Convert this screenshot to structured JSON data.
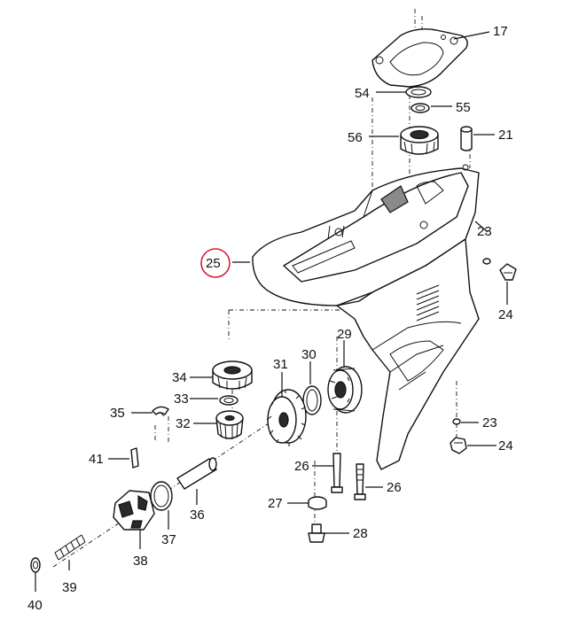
{
  "callouts": {
    "c17": "17",
    "c54": "54",
    "c55": "55",
    "c56": "56",
    "c21": "21",
    "c23a": "23",
    "c25": "25",
    "c24a": "24",
    "c29": "29",
    "c30": "30",
    "c31": "31",
    "c34": "34",
    "c33": "33",
    "c35": "35",
    "c32": "32",
    "c23b": "23",
    "c24b": "24",
    "c41": "41",
    "c26a": "26",
    "c26b": "26",
    "c27": "27",
    "c28": "28",
    "c36": "36",
    "c37": "37",
    "c38": "38",
    "c39": "39",
    "c40": "40"
  },
  "highlight": {
    "callout": "25",
    "color": "#d21f2f"
  }
}
